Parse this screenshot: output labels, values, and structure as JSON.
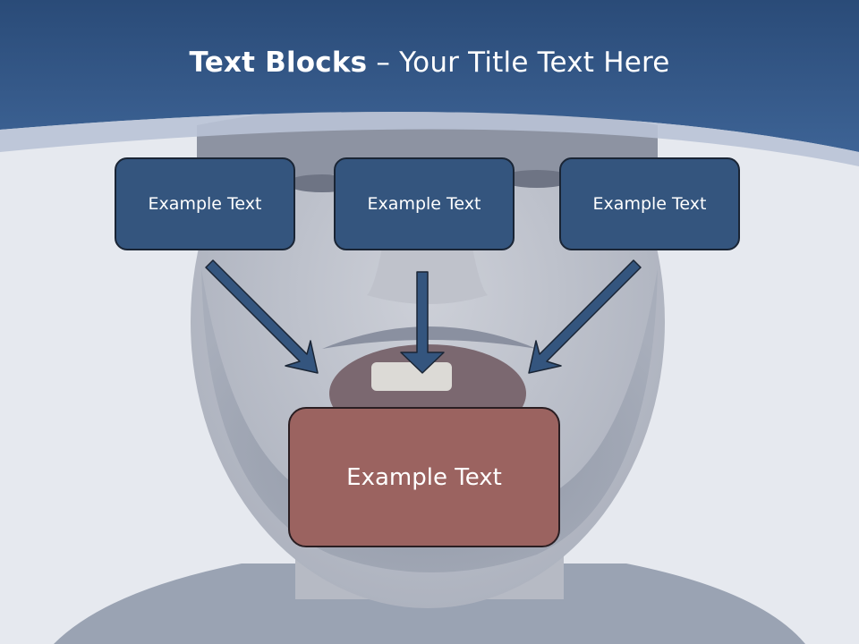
{
  "slide": {
    "title_bold": "Text Blocks",
    "title_rest": " – Your Title Text Here"
  },
  "boxes": {
    "top": [
      {
        "label": "Example Text"
      },
      {
        "label": "Example Text"
      },
      {
        "label": "Example Text"
      }
    ],
    "bottom": {
      "label": "Example Text"
    }
  },
  "colors": {
    "header": "#2f5486",
    "box_blue": "#34557e",
    "box_red": "#9b6360",
    "arrow": "#34557e",
    "text": "#ffffff"
  }
}
